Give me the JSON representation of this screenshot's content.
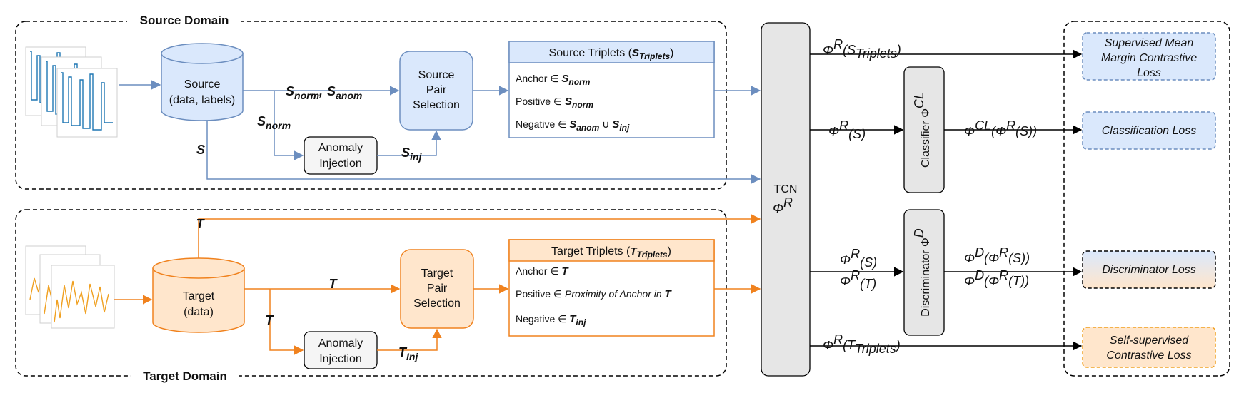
{
  "colors": {
    "source_accent": "#6c8ebf",
    "source_fill": "#dae8fc",
    "target_accent": "#f0821e",
    "target_fill": "#ffe6cc",
    "neutral_fill": "#e6e6e6",
    "edge": "#000000"
  },
  "source_domain": {
    "title": "Source Domain",
    "database": {
      "line1": "Source",
      "line2": "(data, labels)"
    },
    "pair_selection": {
      "line1": "Source",
      "line2": "Pair",
      "line3": "Selection"
    },
    "anomaly_injection": {
      "line1": "Anomaly",
      "line2": "Injection"
    },
    "labels": {
      "s_norm_main": "S",
      "s_norm_main_sub": "norm",
      "comma": ",",
      "s_anom": "S",
      "s_anom_sub": "anom",
      "s_norm_branch": "S",
      "s_norm_branch_sub": "norm",
      "s_inj": "S",
      "s_inj_sub": "inj",
      "s": "S"
    },
    "triplets": {
      "title_prefix": "Source Triplets (",
      "title_var": "S",
      "title_var_sub": "Triplets",
      "title_suffix": ")",
      "anchor": {
        "text": "Anchor ∈ ",
        "var": "S",
        "sub": "norm"
      },
      "positive": {
        "text": "Positive ∈ ",
        "var": "S",
        "sub": "norm"
      },
      "negative": {
        "text": "Negative ∈ ",
        "var1": "S",
        "sub1": "anom",
        "union": " ∪ ",
        "var2": "S",
        "sub2": "inj"
      }
    }
  },
  "target_domain": {
    "title": "Target Domain",
    "database": {
      "line1": "Target",
      "line2": "(data)"
    },
    "pair_selection": {
      "line1": "Target",
      "line2": "Pair",
      "line3": "Selection"
    },
    "anomaly_injection": {
      "line1": "Anomaly",
      "line2": "Injection"
    },
    "labels": {
      "t_top": "T",
      "t_main": "T",
      "t_branch": "T",
      "t_inj": "T",
      "t_inj_sub": "Inj"
    },
    "triplets": {
      "title_prefix": "Target Triplets (",
      "title_var": "T",
      "title_var_sub": "Triplets",
      "title_suffix": ")",
      "anchor": {
        "text": "Anchor ∈ ",
        "var": "T"
      },
      "positive": {
        "text": "Positive ∈ ",
        "italic": "Proximity of Anchor in ",
        "var": "T"
      },
      "negative": {
        "text": "Negative ∈ ",
        "var": "T",
        "sub": "inj"
      }
    }
  },
  "tcn": {
    "line1": "TCN",
    "phi": "Φ",
    "sup": "R"
  },
  "classifier": {
    "label": "Classifier Φ",
    "sup": "CL"
  },
  "discriminator": {
    "label": "Discriminator Φ",
    "sup": "D"
  },
  "edge_labels": {
    "phi_r_s_triplets": {
      "phi": "Φ",
      "sup": "R",
      "open": "(S",
      "sub": "Triplets",
      "close": ")"
    },
    "phi_r_s": {
      "phi": "Φ",
      "sup": "R",
      "open": "(S)"
    },
    "phi_cl_out": {
      "phi": "Φ",
      "sup": "CL",
      "mid": "(Φ",
      "sup2": "R",
      "close": "(S))"
    },
    "phi_r_s_disc": {
      "phi": "Φ",
      "sup": "R",
      "open": "(S)"
    },
    "phi_r_t_disc": {
      "phi": "Φ",
      "sup": "R",
      "open": "(T)"
    },
    "phi_d_s": {
      "phi": "Φ",
      "sup": "D",
      "mid": "(Φ",
      "sup2": "R",
      "close": "(S))"
    },
    "phi_d_t": {
      "phi": "Φ",
      "sup": "D",
      "mid": "(Φ",
      "sup2": "R",
      "close": "(T))"
    },
    "phi_r_t_triplets": {
      "phi": "Φ",
      "sup": "R",
      "open": "(T",
      "sub": "Triplets",
      "close": ")"
    }
  },
  "losses": {
    "supervised": {
      "line1": "Supervised Mean",
      "line2": "Margin Contrastive",
      "line3": "Loss"
    },
    "classification": {
      "line1": "Classification Loss"
    },
    "discriminator": {
      "line1": "Discriminator Loss"
    },
    "self_supervised": {
      "line1": "Self-supervised",
      "line2": "Contrastive Loss"
    }
  }
}
